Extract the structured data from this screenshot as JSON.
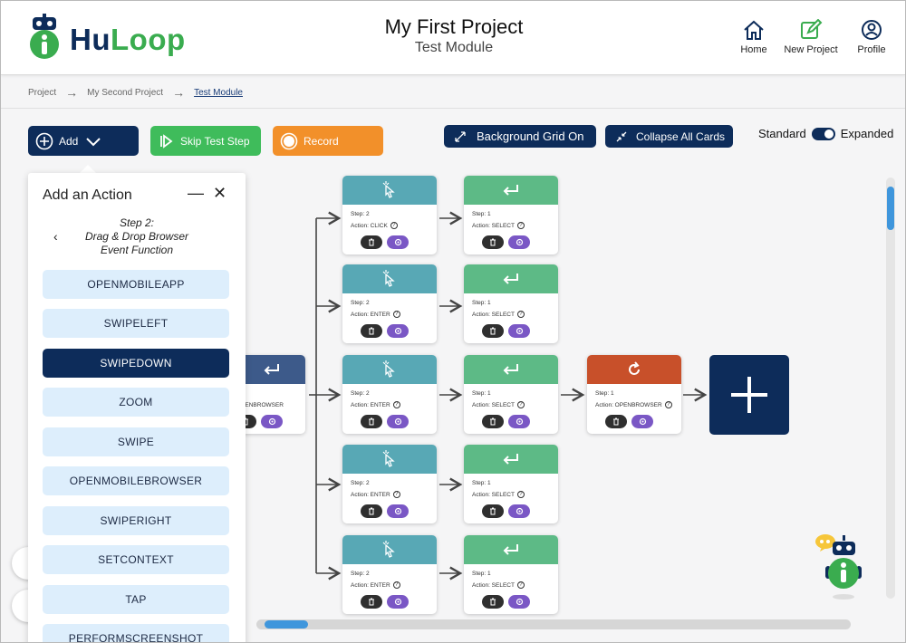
{
  "brand": {
    "hu": "Hu",
    "loop": "Loop"
  },
  "project": {
    "title": "My First Project",
    "subtitle": "Test Module"
  },
  "nav": [
    {
      "label": "Home",
      "icon": "home-icon"
    },
    {
      "label": "New Project",
      "icon": "edit-icon"
    },
    {
      "label": "Profile",
      "icon": "profile-icon"
    }
  ],
  "breadcrumb": [
    "Project",
    "My Second Project",
    "Test Module"
  ],
  "toolbar": {
    "add": "Add",
    "skip": "Skip Test Step",
    "record": "Record",
    "grid": "Background Grid On",
    "collapse": "Collapse All Cards",
    "standard": "Standard",
    "expanded": "Expanded"
  },
  "panel": {
    "title": "Add an Action",
    "step_line1": "Step 2:",
    "step_line2": "Drag & Drop Browser",
    "step_line3": "Event Function",
    "selected": "SWIPEDOWN",
    "actions": [
      "OPENMOBILEAPP",
      "SWIPELEFT",
      "SWIPEDOWN",
      "ZOOM",
      "SWIPE",
      "OPENMOBILEBROWSER",
      "SWIPERIGHT",
      "SETCONTEXT",
      "TAP",
      "PERFORMSCREENSHOT"
    ]
  },
  "cards": {
    "root": {
      "action": "OPENBROWSER"
    },
    "col1": [
      {
        "step": "Step: 2",
        "action": "Action: CLICK"
      },
      {
        "step": "Step: 2",
        "action": "Action: ENTER"
      },
      {
        "step": "Step: 2",
        "action": "Action: ENTER"
      },
      {
        "step": "Step: 2",
        "action": "Action: ENTER"
      },
      {
        "step": "Step: 2",
        "action": "Action: ENTER"
      }
    ],
    "col2": [
      {
        "step": "Step: 1",
        "action": "Action: SELECT"
      },
      {
        "step": "Step: 1",
        "action": "Action: SELECT"
      },
      {
        "step": "Step: 1",
        "action": "Action: SELECT"
      },
      {
        "step": "Step: 1",
        "action": "Action: SELECT"
      },
      {
        "step": "Step: 1",
        "action": "Action: SELECT"
      }
    ],
    "refresh": {
      "step": "Step: 1",
      "action": "Action: OPENBROWSER"
    }
  },
  "colors": {
    "navy": "#0d2c5a",
    "green": "#3aac4f",
    "teal": "#58a8b5",
    "orange": "#c8502a",
    "purple": "#7a57c5"
  }
}
